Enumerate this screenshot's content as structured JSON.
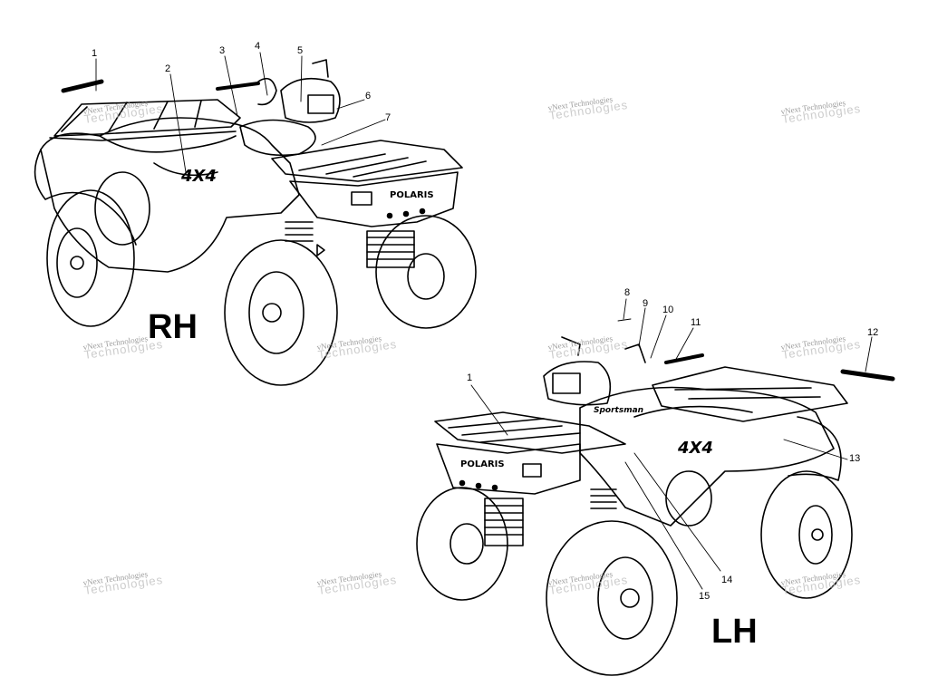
{
  "views": {
    "rh": {
      "label": "RH"
    },
    "lh": {
      "label": "LH"
    }
  },
  "callouts": {
    "rh": [
      "1",
      "2",
      "3",
      "4",
      "5",
      "6",
      "7"
    ],
    "lh": [
      "8",
      "9",
      "10",
      "11",
      "12",
      "1",
      "13",
      "14",
      "15"
    ]
  },
  "brand": {
    "decal": "POLARIS",
    "badge": "4X4",
    "model": "Sportsman"
  },
  "watermark": {
    "text": "vNext Technologies",
    "large": "Technologies"
  },
  "colors": {
    "line": "#000000",
    "watermark": "#8a8a8a",
    "background": "#ffffff"
  }
}
